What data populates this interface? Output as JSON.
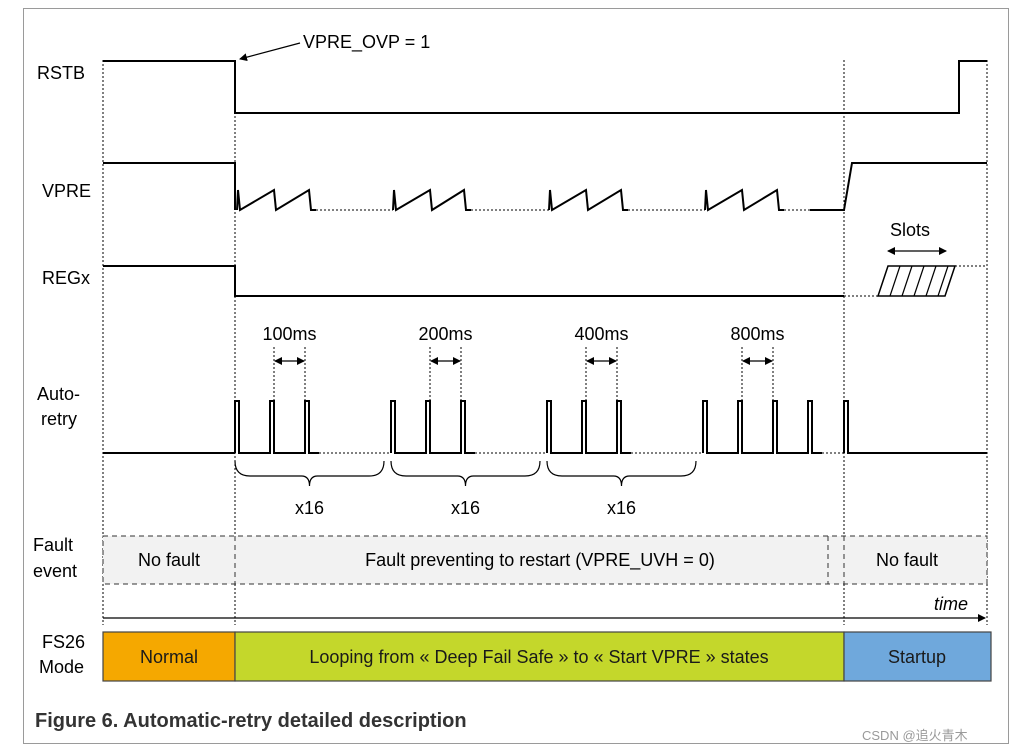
{
  "signals": {
    "rstb": "RSTB",
    "vpre": "VPRE",
    "regx": "REGx",
    "autoretry_line1": "Auto-",
    "autoretry_line2": "retry",
    "fault_line1": "Fault",
    "fault_line2": "event",
    "mode_line1": "FS26",
    "mode_line2": "Mode"
  },
  "annotations": {
    "ovp": "VPRE_OVP = 1",
    "slots": "Slots",
    "time": "time"
  },
  "intervals": [
    "100ms",
    "200ms",
    "400ms",
    "800ms"
  ],
  "repeat_labels": [
    "x16",
    "x16",
    "x16"
  ],
  "fault_events": [
    "No fault",
    "Fault preventing to restart (VPRE_UVH = 0)",
    "No fault"
  ],
  "modes": [
    {
      "label": "Normal",
      "color": "#f5a800"
    },
    {
      "label": "Looping from « Deep Fail Safe » to « Start VPRE » states",
      "color": "#c4d72b"
    },
    {
      "label": "Startup",
      "color": "#6fa8dc"
    }
  ],
  "colors": {
    "fault_fill": "#f2f2f2",
    "mode_border": "#444444"
  },
  "caption": "Figure 6.  Automatic-retry detailed description",
  "watermark": "CSDN @追火青木"
}
